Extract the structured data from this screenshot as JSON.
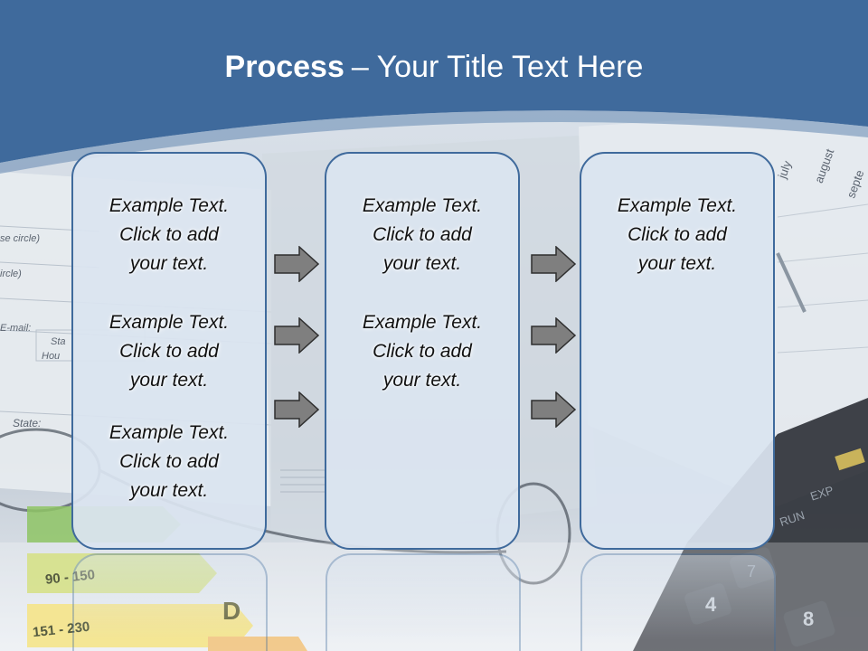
{
  "title": {
    "bold": "Process",
    "rest": "– Your Title Text Here"
  },
  "colors": {
    "header_blue": "#3f6a9c",
    "box_border": "#3f6a9c",
    "box_fill": "#dae4f0",
    "arrow_fill": "#7f7f7f"
  },
  "columns": [
    {
      "items": [
        {
          "line1": "Example Text.",
          "line2": "Click  to add",
          "line3": "your text."
        },
        {
          "line1": "Example Text.",
          "line2": "Click  to add",
          "line3": "your text."
        },
        {
          "line1": "Example Text.",
          "line2": "Click  to add",
          "line3": "your text."
        }
      ]
    },
    {
      "items": [
        {
          "line1": "Example Text.",
          "line2": "Click  to add",
          "line3": "your text."
        },
        {
          "line1": "Example Text.",
          "line2": "Click  to add",
          "line3": "your text."
        }
      ]
    },
    {
      "items": [
        {
          "line1": "Example Text.",
          "line2": "Click  to add",
          "line3": "your text."
        }
      ]
    }
  ],
  "background": {
    "form_labels": [
      "se circle)",
      "ircle)",
      "E-mail:",
      "Sta",
      "Hou",
      "State:"
    ],
    "month_labels": [
      "july",
      "august",
      "septe"
    ],
    "rating_labels": [
      "90 - 150",
      "151 - 230"
    ],
    "rating_letter": "D",
    "calculator_keys": [
      "EXP",
      "RUN",
      "7",
      "4",
      "8"
    ]
  }
}
